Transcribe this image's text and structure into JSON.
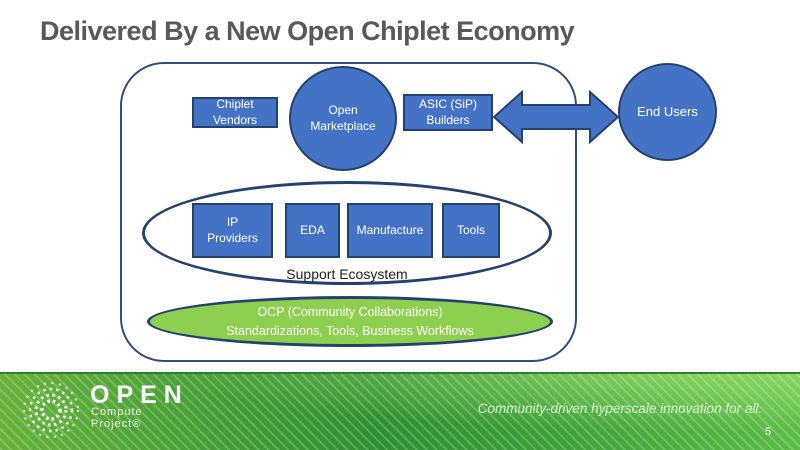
{
  "slide": {
    "title": "Delivered By a New Open Chiplet Economy",
    "page_number": "5"
  },
  "diagram": {
    "nodes": {
      "chiplet_vendors": "Chiplet Vendors",
      "open_marketplace": "Open Marketplace",
      "asic_builders": "ASIC (SiP) Builders",
      "end_users": "End Users",
      "ip_providers": "IP Providers",
      "eda": "EDA",
      "manufacture": "Manufacture",
      "tools": "Tools"
    },
    "support_ecosystem_label": "Support Ecosystem",
    "ocp_collaboration": {
      "line1": "OCP (Community Collaborations)",
      "line2": "Standardizations, Tools, Business Workflows"
    }
  },
  "footer": {
    "logo": {
      "line1": "OPEN",
      "line2": "Compute",
      "line3": "Project®"
    },
    "tagline": "Community-driven hyperscale innovation for all."
  },
  "colors": {
    "node_fill": "#4472C4",
    "node_border": "#24426E",
    "outline_navy": "#2E4E7E",
    "collab_green": "#8DCF4E",
    "footer_green_dark": "#2E9033",
    "footer_green_light": "#69B23C",
    "title_gray": "#595959"
  }
}
